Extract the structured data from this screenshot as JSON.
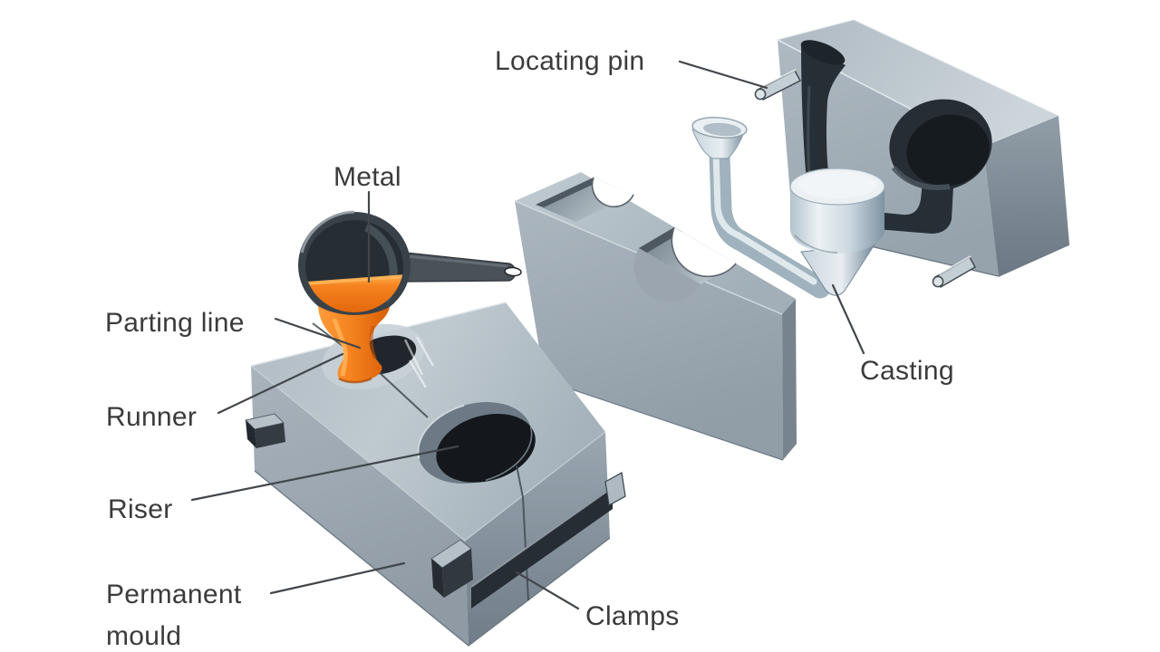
{
  "diagram": {
    "subject": "permanent-mould-casting",
    "labels": {
      "locating_pin": "Locating pin",
      "metal": "Metal",
      "parting_line": "Parting line",
      "runner": "Runner",
      "riser": "Riser",
      "permanent_mould": "Permanent mould",
      "clamps": "Clamps",
      "casting": "Casting"
    },
    "colors": {
      "background": "#ffffff",
      "label_text": "#3b3b3b",
      "leader_line": "#42464b",
      "molten_metal": "#f5831f",
      "molten_metal_dark": "#d85e06",
      "molten_metal_light": "#ffa843",
      "mould_top": "#bcc7ce",
      "mould_front": "#a2adb6",
      "mould_side": "#77848f",
      "cavity_dark": "#262d34",
      "clamp_dark": "#272e35",
      "cast_metal_bright": "#eaf0f3",
      "ladle_body": "#474e55"
    }
  }
}
